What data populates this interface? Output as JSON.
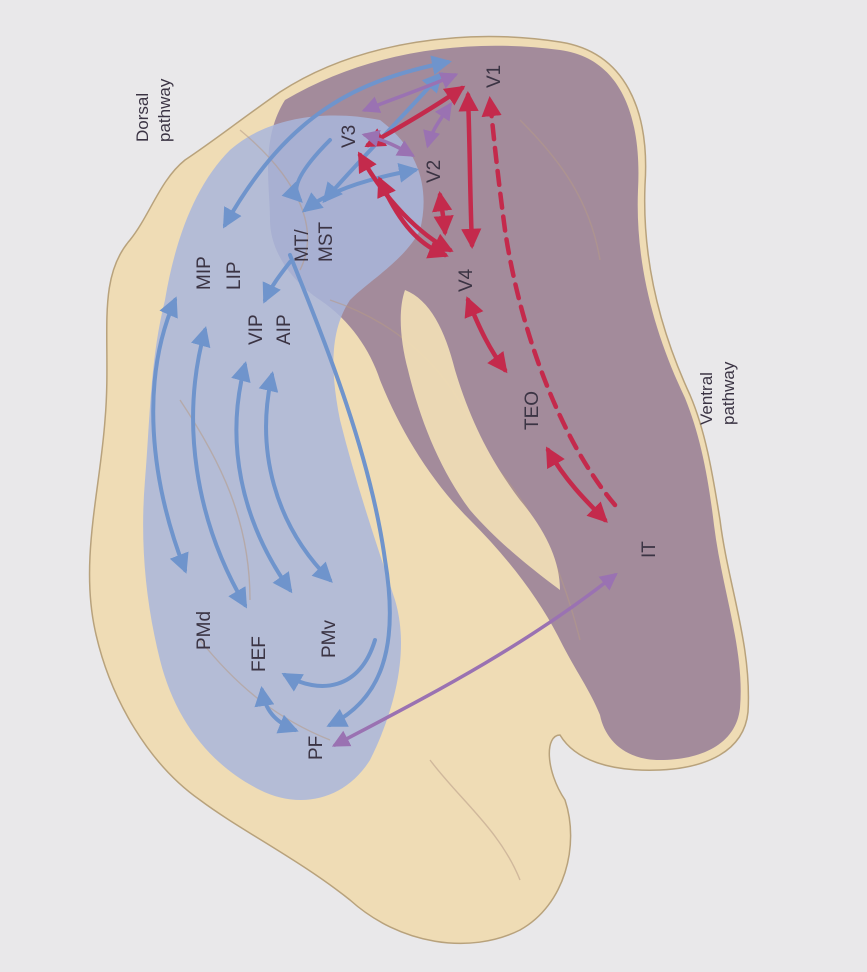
{
  "labels": {
    "dorsal_pathway": [
      "Dorsal",
      "pathway"
    ],
    "ventral_pathway": [
      "Ventral",
      "pathway"
    ],
    "areas": {
      "v1": "V1",
      "v2": "V2",
      "v3": "V3",
      "v4": "V4",
      "mt_mst": [
        "MT/",
        "MST"
      ],
      "mip": "MIP",
      "lip": "LIP",
      "vip": "VIP",
      "aip": "AIP",
      "teo": "TEO",
      "it": "IT",
      "pmd": "PMd",
      "fef": "FEF",
      "pmv": "PMv",
      "pf": "PF"
    }
  },
  "colors": {
    "background": "#e9e8ea",
    "brain": "#efdcb5",
    "dorsal_region": "#a9b6dc",
    "ventral_region": "#8d7594",
    "dorsal_arrow": "#6f94cc",
    "ventral_arrow": "#c42a4c",
    "cross_arrow": "#9a72b2"
  }
}
